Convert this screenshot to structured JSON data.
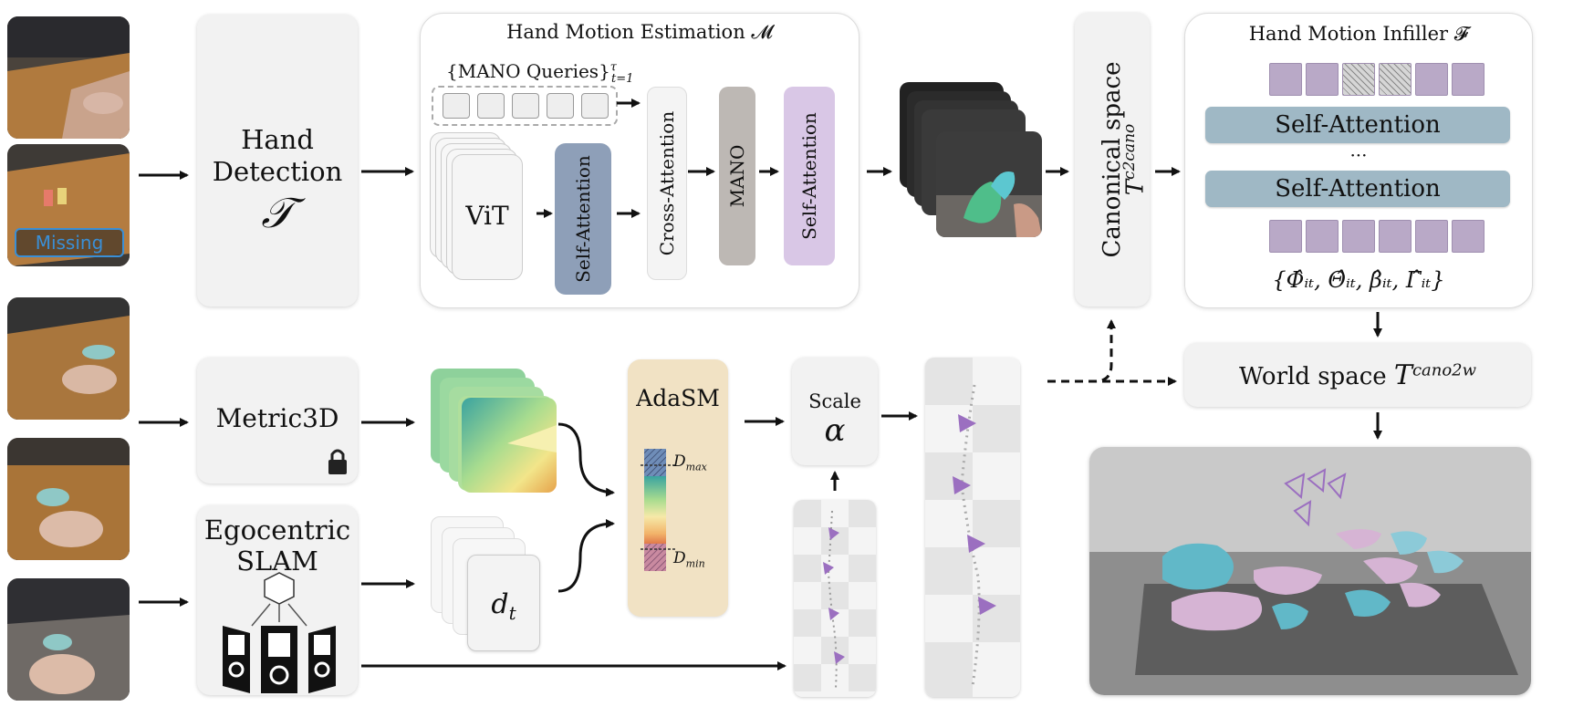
{
  "missing_label": "Missing",
  "hand_detection": {
    "line1": "Hand",
    "line2": "Detection",
    "symbol": "𝒯"
  },
  "hme": {
    "title": "Hand Motion Estimation 𝓜",
    "queries_label": "{MANO Queries}",
    "queries_sup": "τ",
    "queries_sub": "t=1",
    "vit": "ViT",
    "self_attention": "Self-Attention",
    "cross_attention": "Cross-Attention",
    "mano": "MANO",
    "self_attention_2": "Self-Attention"
  },
  "canonical": {
    "label": "Canonical space",
    "symbol": "T",
    "sup": "c2cano"
  },
  "infiller": {
    "title": "Hand Motion Infiller 𝓕",
    "sa1": "Self-Attention",
    "dots": "···",
    "sa2": "Self-Attention",
    "output": "{Φ̂ᵢₜ, Θ̂ᵢₜ, β̂ᵢₜ, Γ̂ᵢₜ}"
  },
  "world": {
    "label": "World space",
    "symbol": "T",
    "sup": "cano2w"
  },
  "metric3d": "Metric3D",
  "slam": {
    "line1": "Egocentric",
    "line2": "SLAM"
  },
  "dt": {
    "symbol": "d",
    "sub": "t"
  },
  "adasm": {
    "title": "AdaSM",
    "dmax": "D",
    "dmax_sub": "max",
    "dmin": "D",
    "dmin_sub": "min"
  },
  "scale": {
    "label": "Scale",
    "symbol": "α"
  },
  "colors": {
    "panel": "#f2f2f2",
    "sa_blue": "#8e9fb8",
    "mano_gray": "#bdb8b4",
    "sa_purple": "#d9c7e6",
    "infiller_sa": "#9fb8c5",
    "token": "#b9a9c7",
    "adasm_bg": "#f1e2c4",
    "missing": "#3a8fd6"
  }
}
